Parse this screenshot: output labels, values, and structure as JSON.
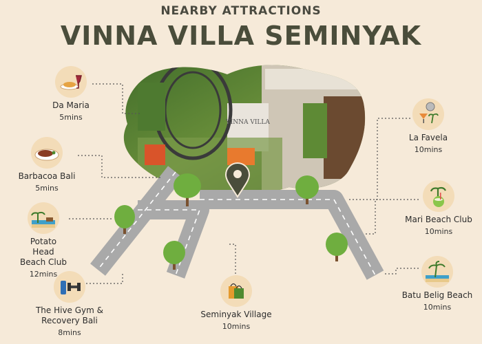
{
  "header": {
    "subtitle": "NEARBY ATTRACTIONS",
    "title": "VINNA VILLA SEMINYAK"
  },
  "photo": {
    "sign_text": "VINNA VILLA"
  },
  "attractions": [
    {
      "id": "da-maria",
      "name": "Da Maria",
      "time": "5mins",
      "icon": "pasta-wine-icon"
    },
    {
      "id": "barbacoa-bali",
      "name": "Barbacoa Bali",
      "time": "5mins",
      "icon": "steak-plate-icon"
    },
    {
      "id": "potato-head",
      "name": "Potato Head Beach Club",
      "time": "12mins",
      "icon": "beach-club-icon"
    },
    {
      "id": "hive-gym",
      "name": "The Hive Gym & Recovery Bali",
      "time": "8mins",
      "icon": "dumbbell-icon"
    },
    {
      "id": "seminyak-village",
      "name": "Seminyak Village",
      "time": "10mins",
      "icon": "shopping-bag-icon"
    },
    {
      "id": "la-favela",
      "name": "La Favela",
      "time": "10mins",
      "icon": "disco-cocktail-icon"
    },
    {
      "id": "mari-beach-club",
      "name": "Mari Beach Club",
      "time": "10mins",
      "icon": "coconut-drink-icon"
    },
    {
      "id": "batu-belig",
      "name": "Batu Belig Beach",
      "time": "10mins",
      "icon": "palm-beach-icon"
    }
  ],
  "colors": {
    "background": "#f6ead9",
    "road": "#a9a9a9",
    "tree": "#6fae3f",
    "pin": "#4a4d3b",
    "icon_circle": "#f3dcb8"
  }
}
